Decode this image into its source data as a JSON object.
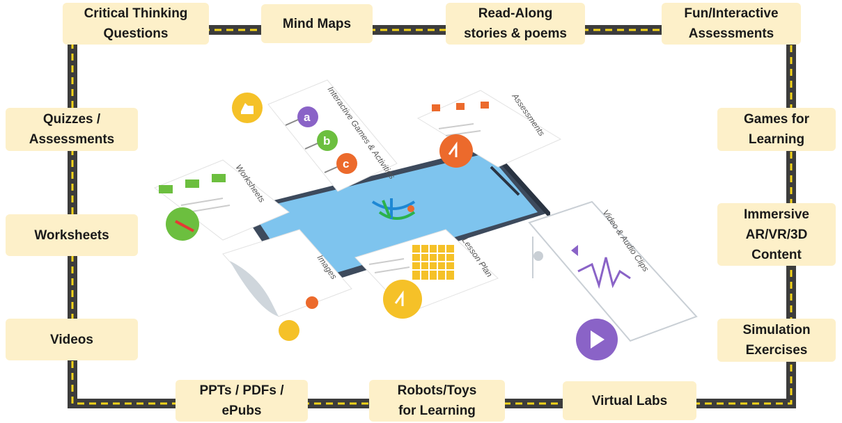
{
  "nodes": {
    "critical_thinking": [
      "Critical Thinking",
      "Questions"
    ],
    "mind_maps": [
      "Mind Maps"
    ],
    "read_along": [
      "Read-Along",
      "stories & poems"
    ],
    "fun_interactive": [
      "Fun/Interactive",
      "Assessments"
    ],
    "quizzes": [
      "Quizzes /",
      "Assessments"
    ],
    "games": [
      "Games for",
      "Learning"
    ],
    "worksheets": [
      "Worksheets"
    ],
    "immersive": [
      "Immersive",
      "AR/VR/3D",
      "Content"
    ],
    "videos": [
      "Videos"
    ],
    "simulation": [
      "Simulation",
      "Exercises"
    ],
    "ppts": [
      "PPTs / PDFs /",
      "ePubs"
    ],
    "robots": [
      "Robots/Toys",
      "for Learning"
    ],
    "virtual_labs": [
      "Virtual Labs"
    ]
  },
  "illustration": {
    "interactive_games": "Interactive Games & Activities",
    "assessments": "Assessments",
    "worksheets": "Worksheets",
    "lesson_plan": "Lesson Plan",
    "images": "Images",
    "video_audio": "Video & Audio Clips",
    "letters": [
      "a",
      "b",
      "c"
    ]
  },
  "colors": {
    "road": "#3c3c3c",
    "road_dash": "#f3d31a",
    "box_fill": "#fdf0c9",
    "screen": "#7ec4ee",
    "green": "#6cbf3f",
    "orange": "#ec6a2c",
    "yellow": "#f5c128",
    "purple": "#8a63c7"
  }
}
